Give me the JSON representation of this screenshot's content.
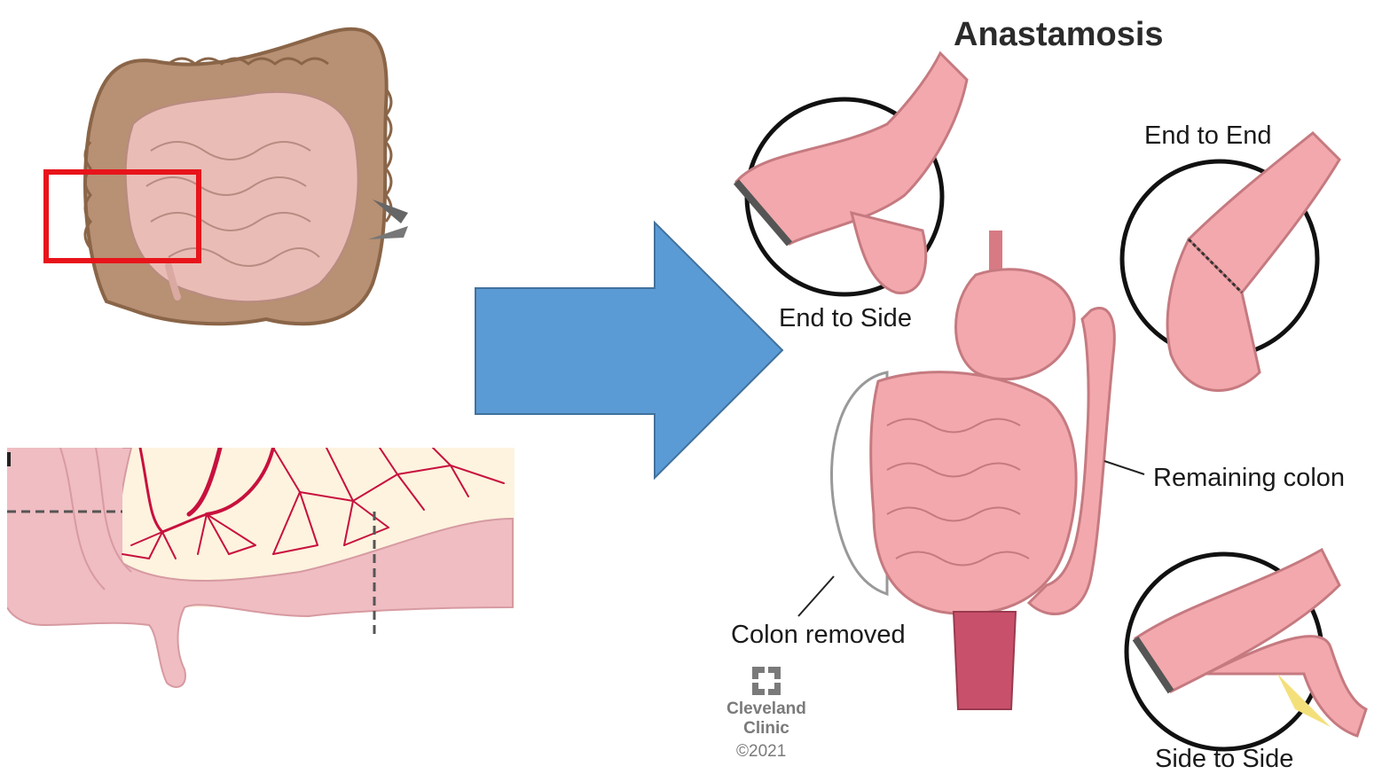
{
  "figure": {
    "title": "Anastamosis",
    "labels": {
      "end_to_side": "End to Side",
      "end_to_end": "End to End",
      "remaining_colon": "Remaining colon",
      "colon_removed": "Colon removed",
      "side_to_side": "Side to Side"
    },
    "logo": {
      "line1": "Cleveland",
      "line2": "Clinic",
      "copyright": "©2021"
    }
  },
  "colors": {
    "highlight_box": "#e8141b",
    "arrow_fill": "#5b9bd5",
    "arrow_stroke": "#41719c",
    "colon_brown": "#b08968",
    "bowel_pink": "#f0b7b7",
    "vessel_red": "#c8103e"
  }
}
